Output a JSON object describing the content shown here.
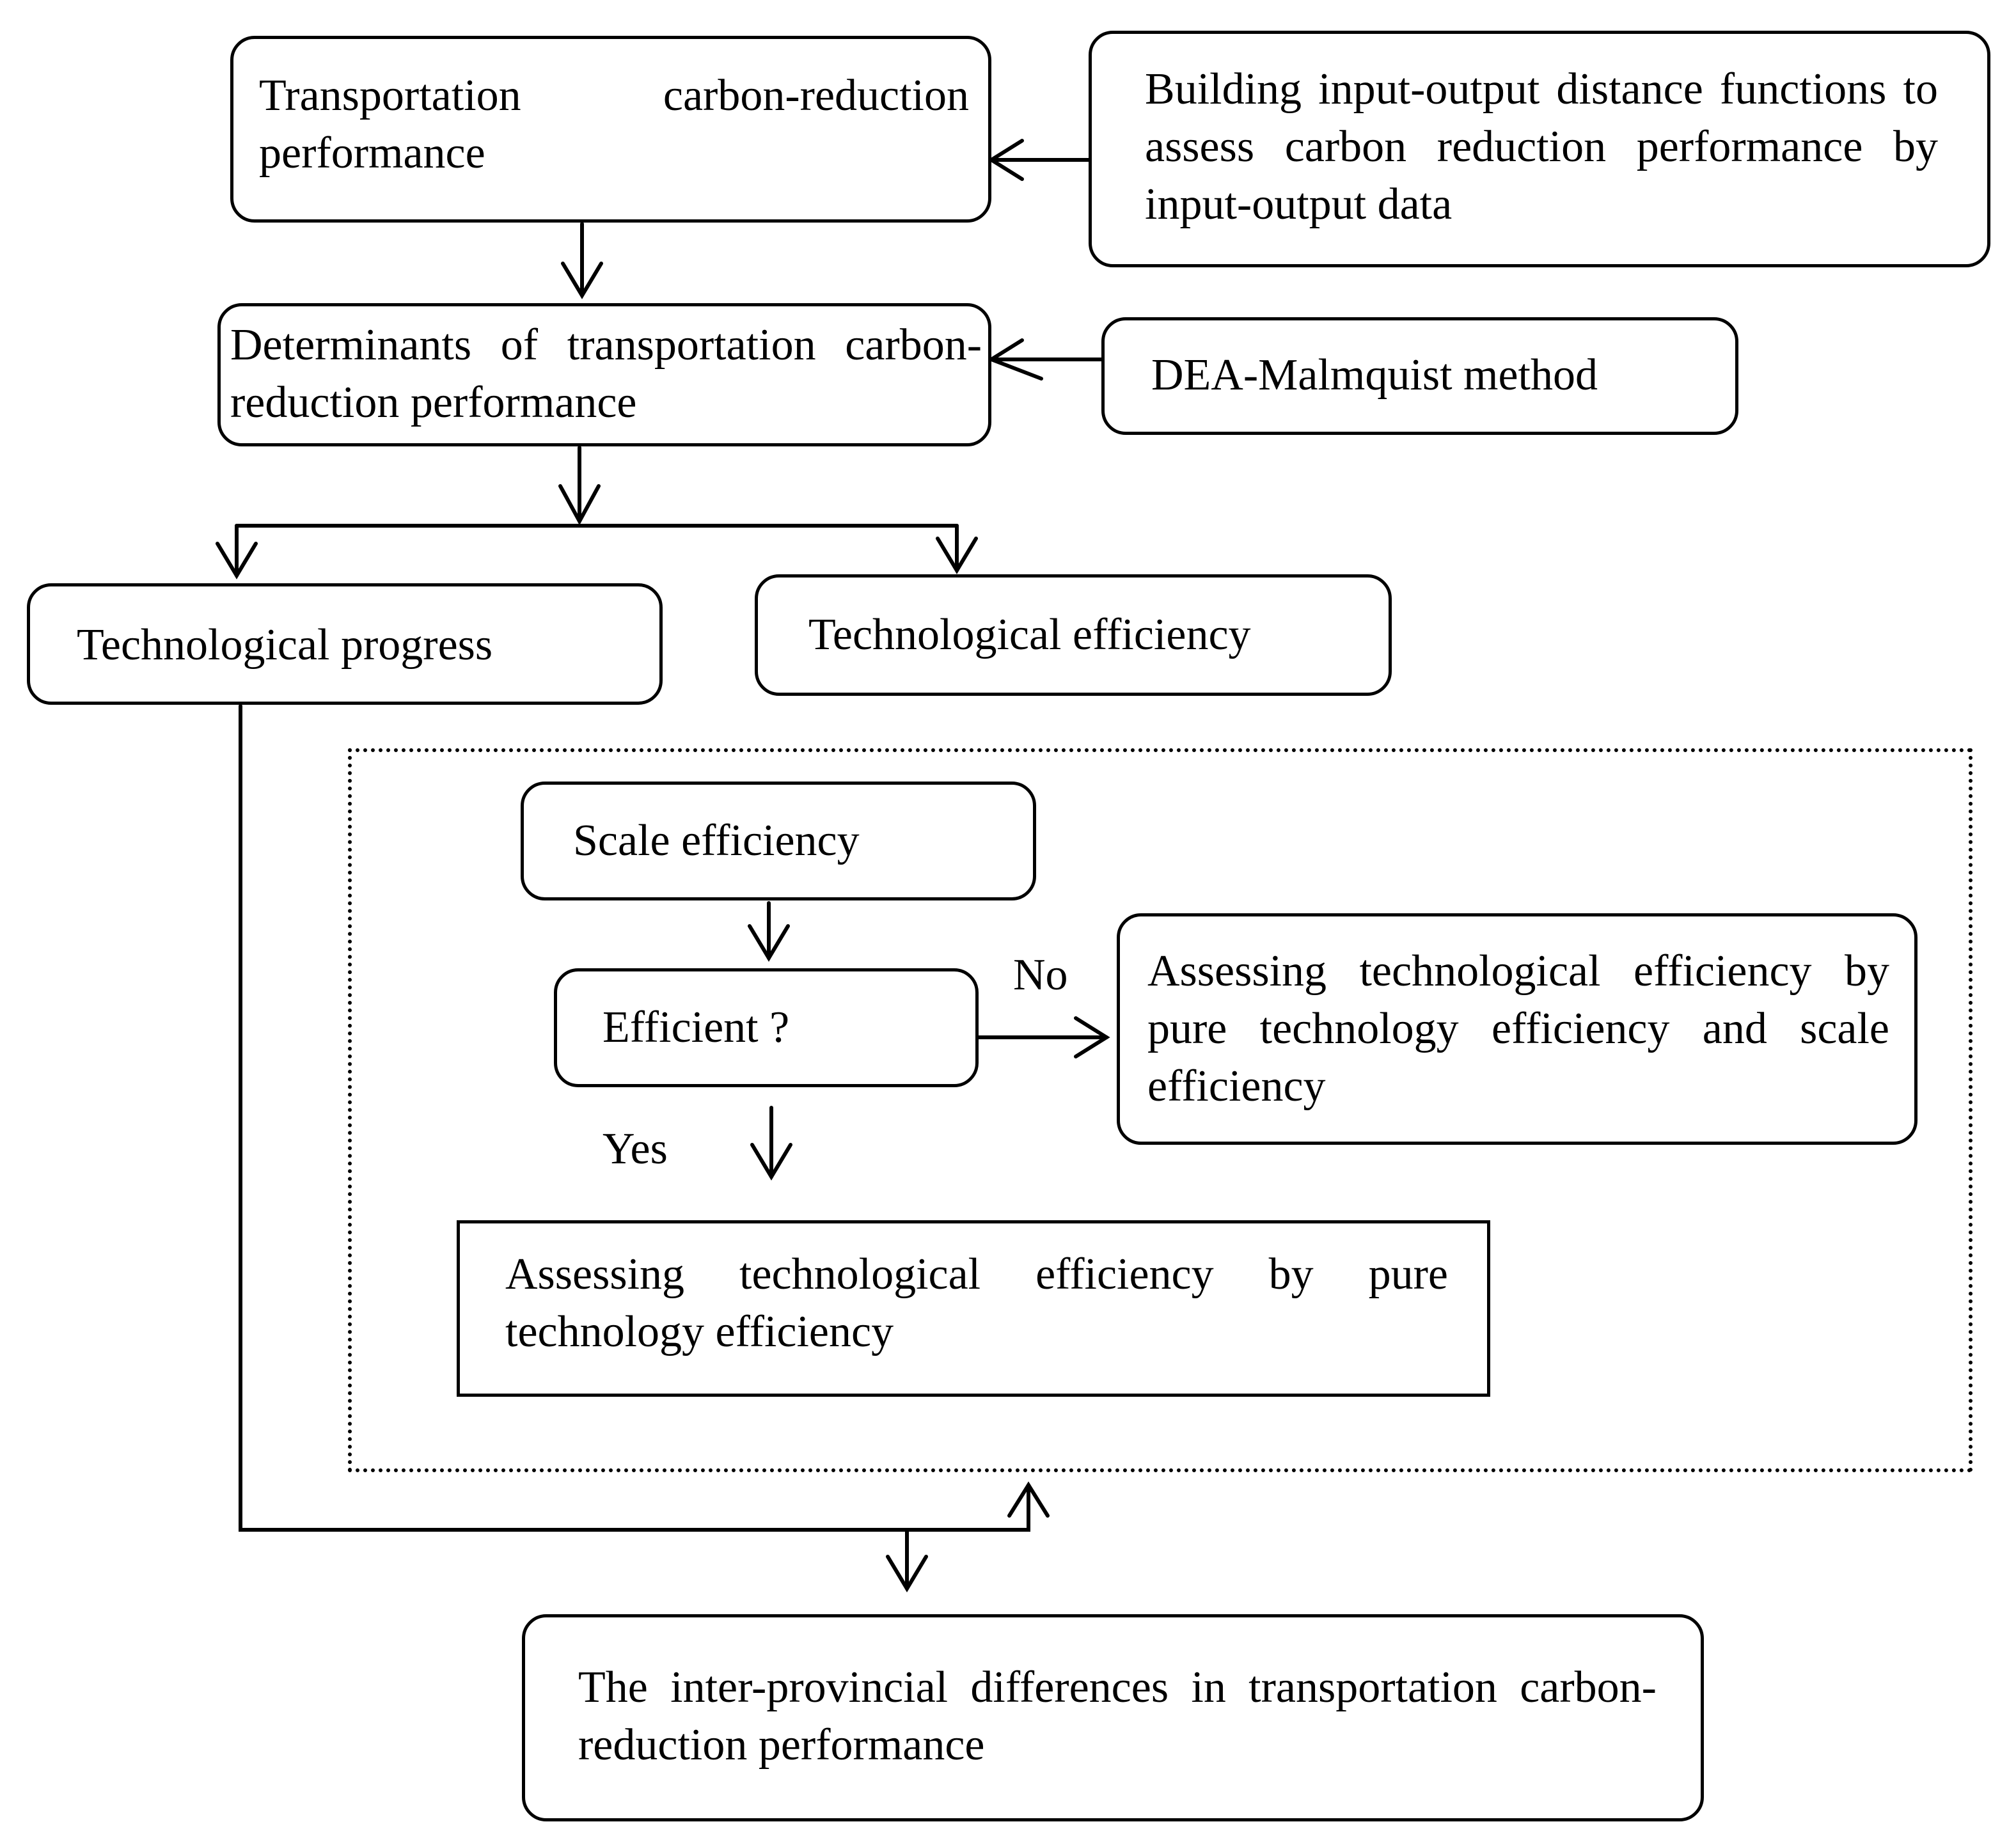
{
  "nodes": {
    "transport_performance": "Transportation carbon-reduction performance",
    "distance_functions": "Building input-output distance functions to assess carbon reduction performance by input-output data",
    "determinants": "Determinants of transportation carbon-reduction performance",
    "dea_method": "DEA-Malmquist method",
    "tech_progress": "Technological progress",
    "tech_efficiency": "Technological efficiency",
    "scale_efficiency": "Scale efficiency",
    "efficient_question": "Efficient ?",
    "assess_pure_and_scale": "Assessing technological efficiency by pure technology efficiency and scale efficiency",
    "assess_pure": "Assessing technological efficiency by pure technology efficiency",
    "inter_provincial": "The inter-provincial differences in transportation carbon-reduction performance"
  },
  "edge_labels": {
    "no": "No",
    "yes": "Yes"
  }
}
